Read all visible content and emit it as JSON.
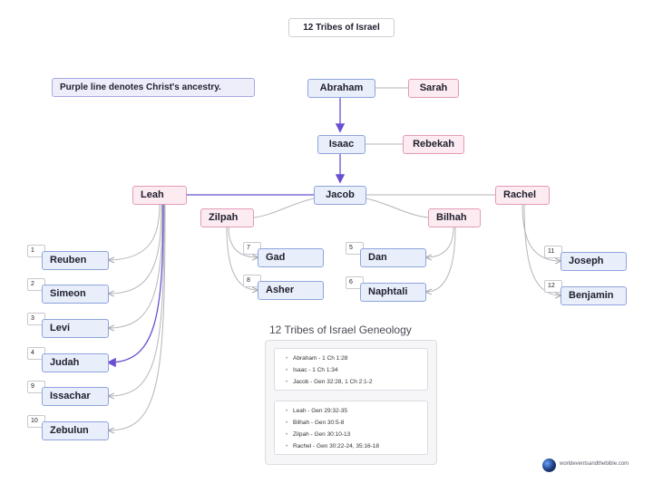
{
  "title": "12 Tribes of Israel",
  "note": "Purple line denotes Christ's ancestry.",
  "people": {
    "abraham": "Abraham",
    "sarah": "Sarah",
    "isaac": "Isaac",
    "rebekah": "Rebekah",
    "jacob": "Jacob",
    "leah": "Leah",
    "rachel": "Rachel",
    "zilpah": "Zilpah",
    "bilhah": "Bilhah"
  },
  "tribes": [
    {
      "id": "reuben",
      "num": "1",
      "name": "Reuben"
    },
    {
      "id": "simeon",
      "num": "2",
      "name": "Simeon"
    },
    {
      "id": "levi",
      "num": "3",
      "name": "Levi"
    },
    {
      "id": "judah",
      "num": "4",
      "name": "Judah"
    },
    {
      "id": "issachar",
      "num": "9",
      "name": "Issachar"
    },
    {
      "id": "zebulun",
      "num": "10",
      "name": "Zebulun"
    },
    {
      "id": "gad",
      "num": "7",
      "name": "Gad"
    },
    {
      "id": "asher",
      "num": "8",
      "name": "Asher"
    },
    {
      "id": "dan",
      "num": "5",
      "name": "Dan"
    },
    {
      "id": "naphtali",
      "num": "6",
      "name": "Naphtali"
    },
    {
      "id": "joseph",
      "num": "11",
      "name": "Joseph"
    },
    {
      "id": "benjamin",
      "num": "12",
      "name": "Benjamin"
    }
  ],
  "genealogy": {
    "title": "12 Tribes of Israel Geneology",
    "patriarchs": [
      "Abraham - 1 Ch 1:28",
      "Isaac - 1 Ch 1:34",
      "Jacob - Gen 32:28, 1 Ch 2:1-2"
    ],
    "mothers": [
      "Leah - Gen 29:32-35",
      "Bilhah - Gen 30:5-8",
      "Zilpah - Gen 30:10-13",
      "Rachel - Gen 30:22-24, 35:16-18"
    ]
  },
  "watermark": "worldeventsandthebible.com",
  "colors": {
    "christ_line": "#6a4fd0",
    "connector": "#b5b5bd",
    "male_fill": "#e9eefb",
    "female_fill": "#fcebf1"
  }
}
